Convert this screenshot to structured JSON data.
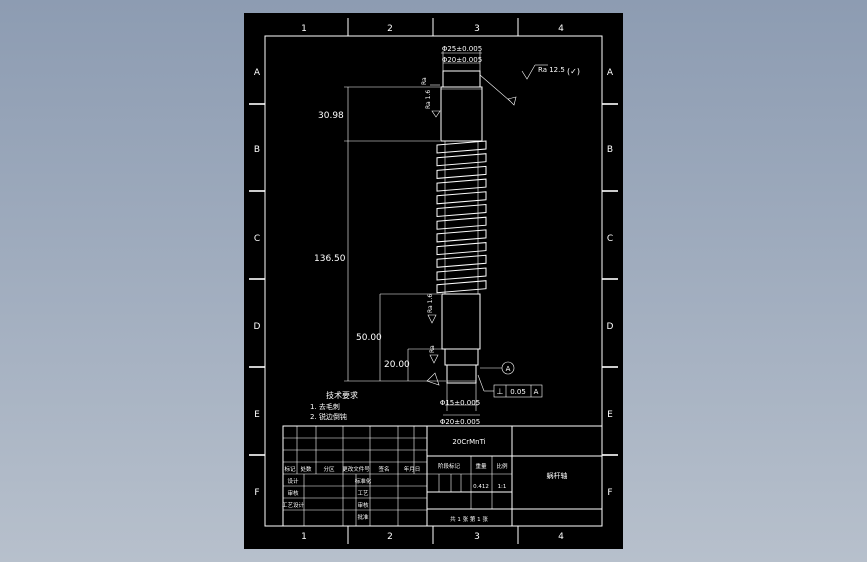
{
  "drawing": {
    "zone_cols": [
      "1",
      "2",
      "3",
      "4"
    ],
    "zone_rows": [
      "A",
      "B",
      "C",
      "D",
      "E",
      "F"
    ],
    "diameters": {
      "top_outer": "Φ25±0.005",
      "top_inner": "Φ20±0.005",
      "bottom_inner": "Φ15±0.005",
      "bottom_outer": "Φ20±0.005"
    },
    "dimensions": {
      "top_shoulder": "30.98",
      "thread_length": "136.50",
      "lower_section": "50.00",
      "end_section": "20.00"
    },
    "roughness": {
      "general": "Ra 12.5",
      "local_a": "Ra",
      "local_b": "Ra 1.6",
      "local_c": "Ra 1.6",
      "local_d": "Ra"
    },
    "datum": {
      "label": "A",
      "tolerance_symbol": "⊥",
      "tolerance_value": "0.05",
      "tolerance_ref": "A"
    },
    "notes": {
      "title": "技术要求",
      "items": [
        "1. 去毛刺",
        "2. 锐边倒钝"
      ]
    },
    "title_block": {
      "material": "20CrMnTi",
      "part_name": "蜗杆轴",
      "headers": [
        "标记",
        "处数",
        "分区",
        "更改文件号",
        "签名",
        "年月日"
      ],
      "stage_headers": [
        "阶段标记",
        "重量",
        "比例"
      ],
      "weight": "0.412",
      "scale": "1:1",
      "rows": [
        "设计",
        "审核",
        "工艺设计"
      ],
      "row_labels_mid": [
        "标准化",
        "工艺",
        "审核",
        "批准"
      ],
      "sheet_info": "共 1 张 第 1 张"
    }
  }
}
